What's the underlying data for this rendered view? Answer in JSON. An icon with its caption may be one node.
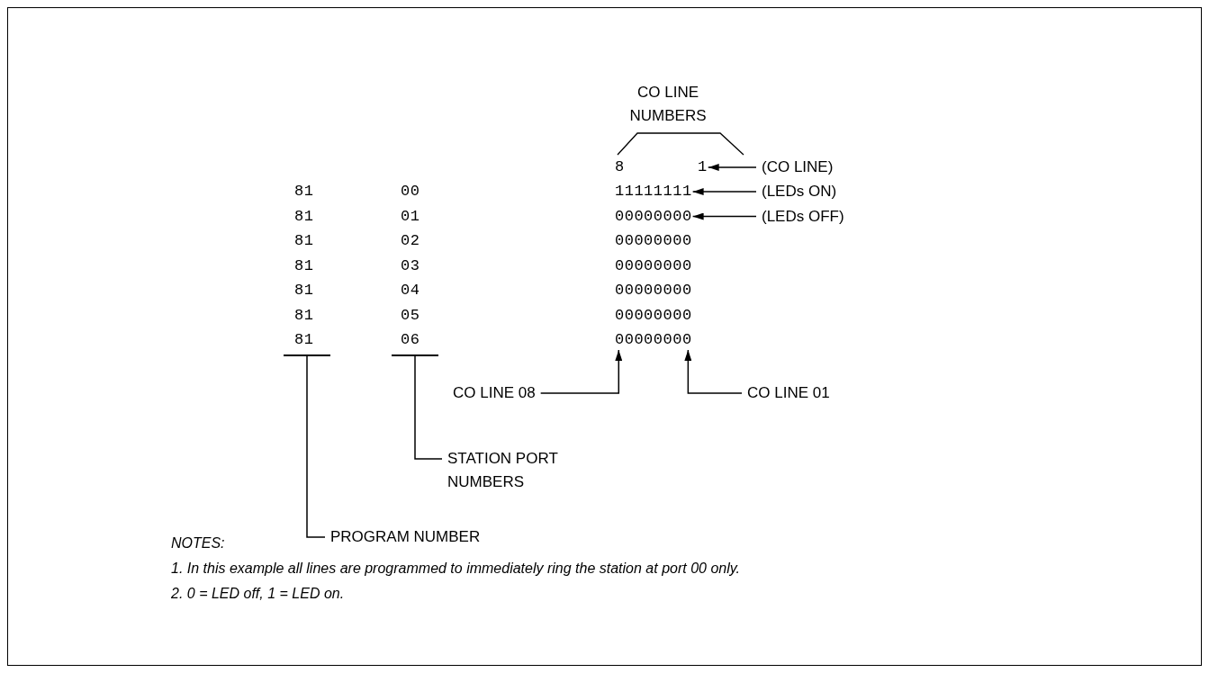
{
  "diagram": {
    "nodes": [
      {
        "text": [
          "1"
        ]
      },
      {
        "text": [
          "(CO LINE)"
        ]
      },
      {
        "text": [
          "11111111"
        ]
      },
      {
        "text": [
          "(LEDs ON)"
        ]
      },
      {
        "text": [
          "00000000"
        ]
      },
      {
        "text": [
          "(LEDs OFF)"
        ]
      },
      {
        "text": [
          "00000000"
        ]
      },
      {
        "text": [
          "CO LINE 08"
        ]
      },
      {
        "text": [
          "CO LINE 01"
        ]
      },
      {
        "text": [],
        "shape": "bar"
      },
      {
        "text": [],
        "shape": "bar"
      },
      {
        "text": [
          "STATION PORT NUMBERS"
        ]
      },
      {
        "text": [
          "PROGRAM NUMBER"
        ]
      }
    ],
    "edges": [
      {
        "from": 1,
        "to": 0,
        "arrow": "to"
      },
      {
        "from": 3,
        "to": 2,
        "arrow": "to"
      },
      {
        "from": 5,
        "to": 4,
        "arrow": "to"
      },
      {
        "from": 7,
        "to": 6,
        "arrow": "to"
      },
      {
        "from": 8,
        "to": 6,
        "arrow": "to"
      },
      {
        "from": 11,
        "to": 10,
        "arrow": "none"
      },
      {
        "from": 12,
        "to": 9,
        "arrow": "none"
      }
    ],
    "labels": [
      "CO LINE NUMBERS",
      "8",
      "81",
      "00",
      "81",
      "01",
      "81",
      "02",
      "00000000",
      "81",
      "03",
      "00000000",
      "81",
      "04",
      "00000000",
      "81",
      "05",
      "00000000",
      "81",
      "06",
      "NOTES:",
      "1. In this example all lines are programmed to immediately ring the station at  port 00 only.",
      "2. 0 = LED off, 1 = LED on."
    ]
  }
}
